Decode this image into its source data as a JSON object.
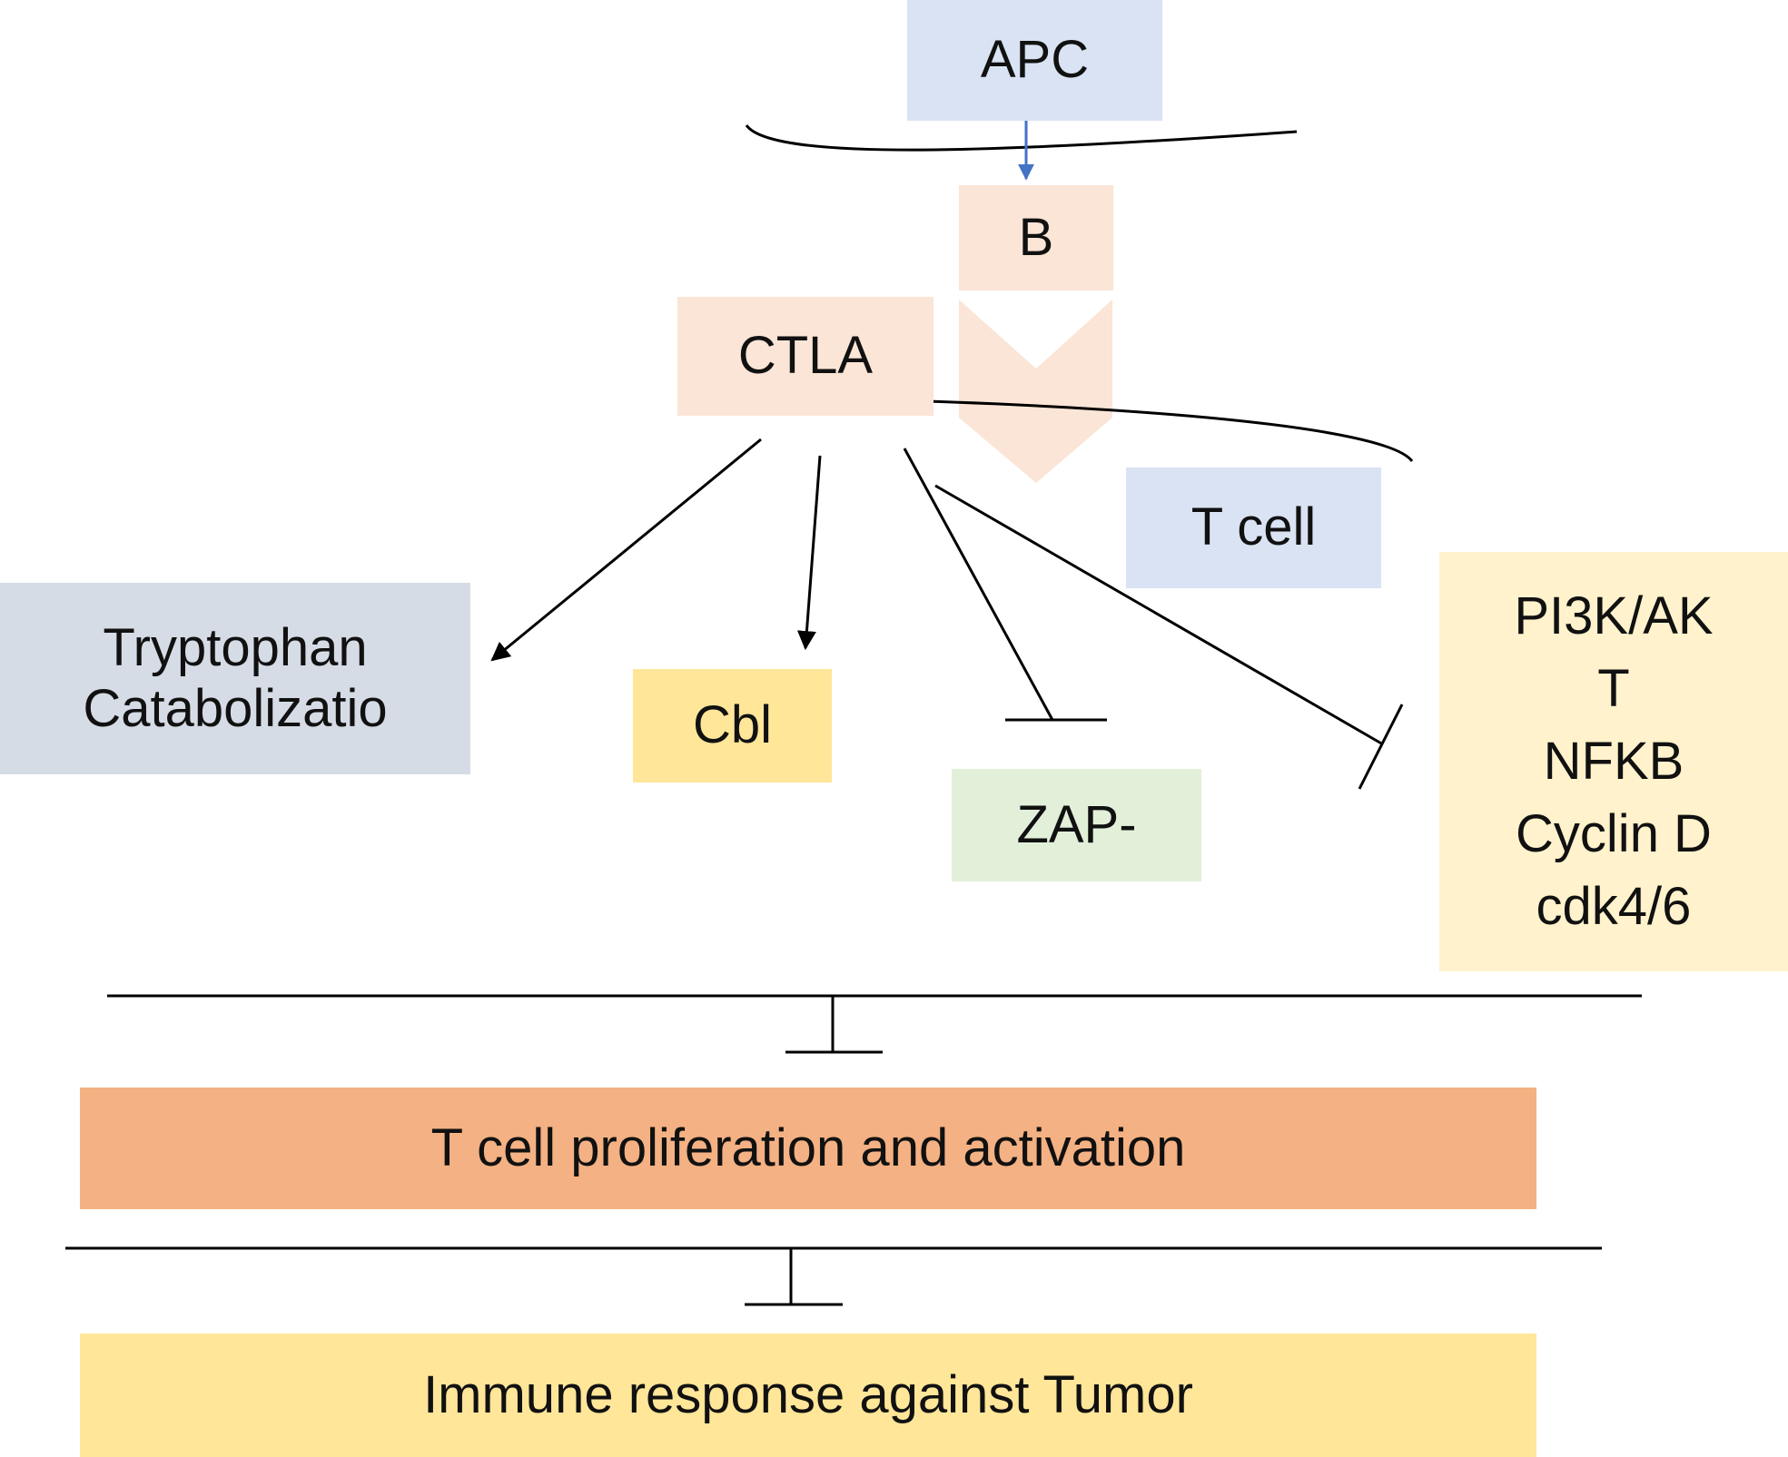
{
  "nodes": {
    "apc": {
      "label": "APC",
      "color": "#dae3f3"
    },
    "b": {
      "label": "B",
      "color": "#fbe5d6"
    },
    "ctla": {
      "label": "CTLA",
      "color": "#fbe5d6"
    },
    "t_cell": {
      "label": "T cell",
      "color": "#dae3f3"
    },
    "tryptophan": {
      "lines": [
        "Tryptophan",
        "Catabolizatio"
      ],
      "color": "#d6dce5"
    },
    "cbl": {
      "label": "Cbl",
      "color": "#ffe699"
    },
    "zap": {
      "label": "ZAP-",
      "color": "#e2f0d9"
    },
    "pathway": {
      "lines": [
        "PI3K/AK",
        "T",
        "NFKB",
        "Cyclin D",
        "cdk4/6"
      ],
      "color": "#fff2cc"
    },
    "proliferation": {
      "label": "T cell proliferation and activation",
      "color": "#f4b183"
    },
    "immune_response": {
      "label": "Immune response against Tumor",
      "color": "#ffe699"
    }
  },
  "edges": [
    {
      "from": "apc",
      "to": "b",
      "type": "activation"
    },
    {
      "from": "ctla",
      "to": "tryptophan",
      "type": "activation"
    },
    {
      "from": "ctla",
      "to": "cbl",
      "type": "activation"
    },
    {
      "from": "ctla",
      "to": "zap",
      "type": "inhibition"
    },
    {
      "from": "ctla",
      "to": "pathway",
      "type": "inhibition"
    },
    {
      "from": "pathways",
      "to": "proliferation",
      "type": "inhibition"
    },
    {
      "from": "proliferation",
      "to": "immune_response",
      "type": "inhibition"
    }
  ],
  "colors": {
    "edge": "#000000",
    "apc_arrow": "#4472c4",
    "chevron": "#fbe5d6"
  }
}
